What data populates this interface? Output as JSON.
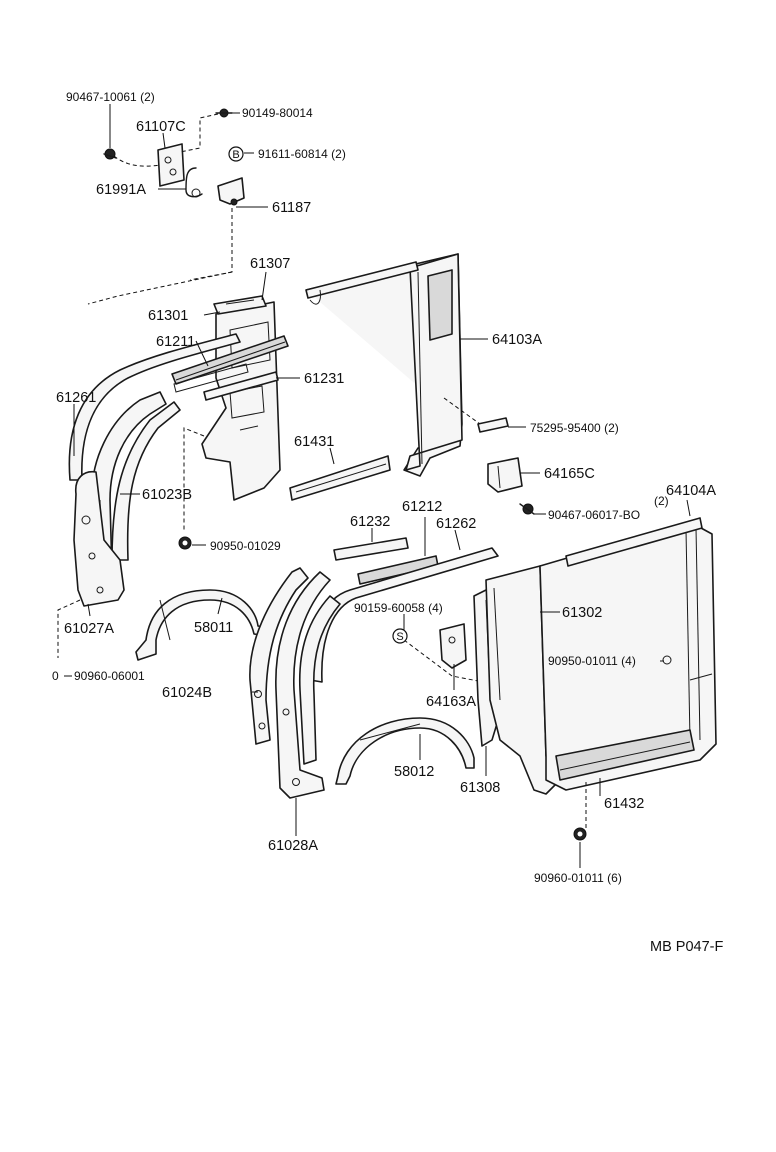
{
  "labels": {
    "p90467_10061": "90467-10061 (2)",
    "p61107C": "61107C",
    "p90149_80014": "90149-80014",
    "p91611_60814": "91611-60814 (2)",
    "p61991A": "61991A",
    "p61187": "61187",
    "p61307": "61307",
    "p61301": "61301",
    "p61211": "61211",
    "p61231": "61231",
    "p61261": "61261",
    "p64103A": "64103A",
    "p75295_95400": "75295-95400 (2)",
    "p61431": "61431",
    "p64165C": "64165C",
    "p61023B": "61023B",
    "p64104A": "64104A",
    "p90467_06017": "90467-06017-BO",
    "p90467_06017_qty": "(2)",
    "p61212": "61212",
    "p61232": "61232",
    "p61262": "61262",
    "p90950_01029": "90950-01029",
    "p61027A": "61027A",
    "p58011": "58011",
    "p90159_60058": "90159-60058 (4)",
    "p61302": "61302",
    "p90950_01011_4": "90950-01011 (4)",
    "p90960_06001": "90960-06001",
    "p61024B": "61024B",
    "p64163A": "64163A",
    "p58012": "58012",
    "p61308": "61308",
    "p61432": "61432",
    "p61028A": "61028A",
    "p90960_01011_6": "90960-01011 (6)",
    "ref_code": "MB P047-F"
  },
  "markers": {
    "b": "B",
    "s": "S",
    "zero": "0"
  }
}
